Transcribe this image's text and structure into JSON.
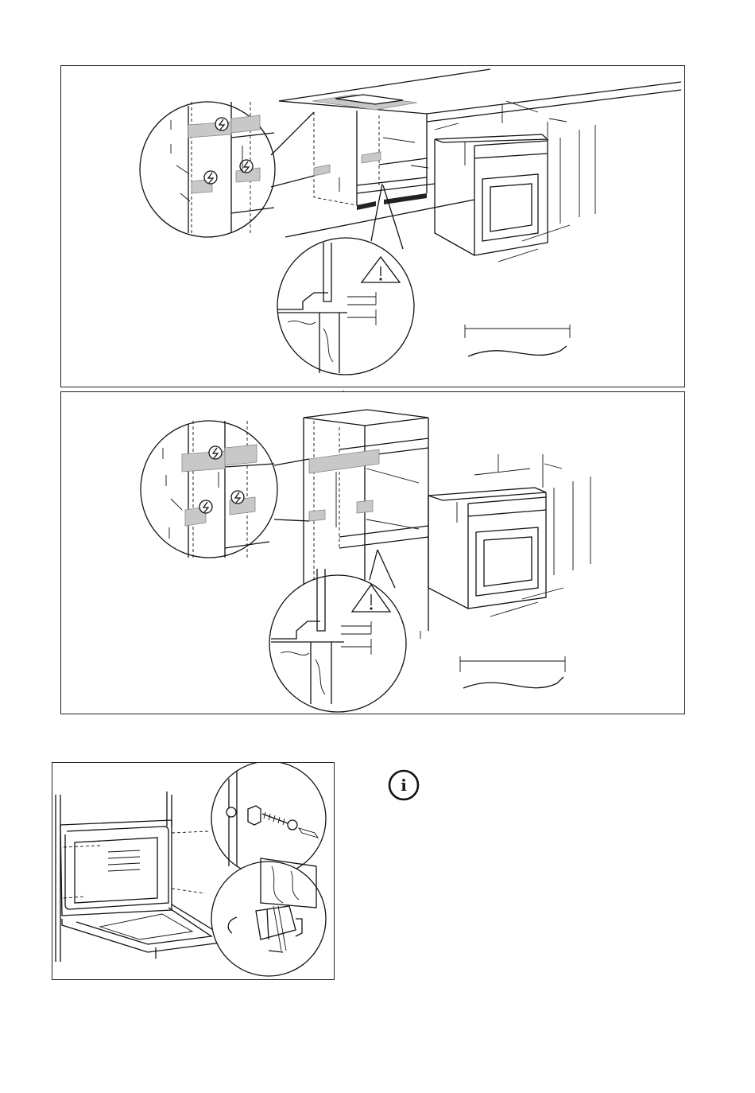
{
  "figures": [
    {
      "id": "built-in-under-counter",
      "icons": [
        "electric-warning-icon",
        "warning-triangle-icon",
        "power-cable-icon"
      ]
    },
    {
      "id": "built-in-column",
      "icons": [
        "electric-warning-icon",
        "warning-triangle-icon",
        "up-arrow-icon",
        "power-cable-icon"
      ]
    },
    {
      "id": "oven-fixing-screws",
      "icons": [
        "screw-icon",
        "bracket-icon"
      ]
    }
  ],
  "info_icon": {
    "symbol": "i"
  },
  "colors": {
    "line": "#111111",
    "shade": "#c8c8c8",
    "background": "#ffffff"
  }
}
